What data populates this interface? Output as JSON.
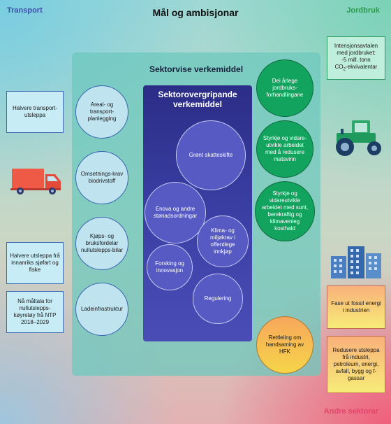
{
  "title": "Mål og ambisjonar",
  "corners": {
    "transport": "Transport",
    "jordbruk": "Jordbruk",
    "andre": "Andre sektorar"
  },
  "sector_panel": {
    "title": "Sektorvise verkemiddel",
    "left_circles": [
      "Areal- og transport-planlegging",
      "Omsetnings-krav biodrivstoff",
      "Kjøps- og bruksfordelar nullutslepps-bilar",
      "Ladeinfrastruktur"
    ],
    "right_circles": [
      "Dei årlege jordbruks-forhandlingane",
      "Styrkje og vidare-utvikle arbeidet med å redusere matsvinn",
      "Styrkje og vidareutvikle arbeidet med sunt, berekraftig og klimavenleg kosthald",
      "Rettleiing om handsaming av HFK"
    ]
  },
  "cross_panel": {
    "title_line1": "Sektorovergripande",
    "title_line2": "verkemiddel",
    "circles": [
      "Grønt skatteskifte",
      "Enova og andre stønadsordningar",
      "Klima- og miljøkrav i offentlege innkjøp",
      "Forsking og innovasjon",
      "Regulering"
    ]
  },
  "goal_boxes": {
    "transport": [
      "Halvere transport-utsleppa",
      "Halvere utsleppa frå innanriks sjøfart og fiske",
      "Nå måltala for nullutslepps-køyretøy frå NTP 2018–2029"
    ],
    "jordbruk": {
      "line1": "Intensjonsavtalen med jordbruket:",
      "line2": "-5 mill. tonn",
      "co2_c": "CO",
      "co2_sub": "2",
      "co2_rest": "-ekvivalentar"
    },
    "andre": [
      "Fase ut fossil energi i industrien",
      "Redusere utsleppa frå industri, petroleum, energi, avfall, bygg og f-gassar"
    ]
  },
  "icons": [
    "truck-icon",
    "tractor-icon",
    "buildings-icon"
  ],
  "colors": {
    "transport": "#3d4fa8",
    "jordbruk": "#2e9a4f",
    "andre": "#e0456b",
    "cross_panel": "#2b2d86",
    "green_circle": "#12a35e"
  }
}
